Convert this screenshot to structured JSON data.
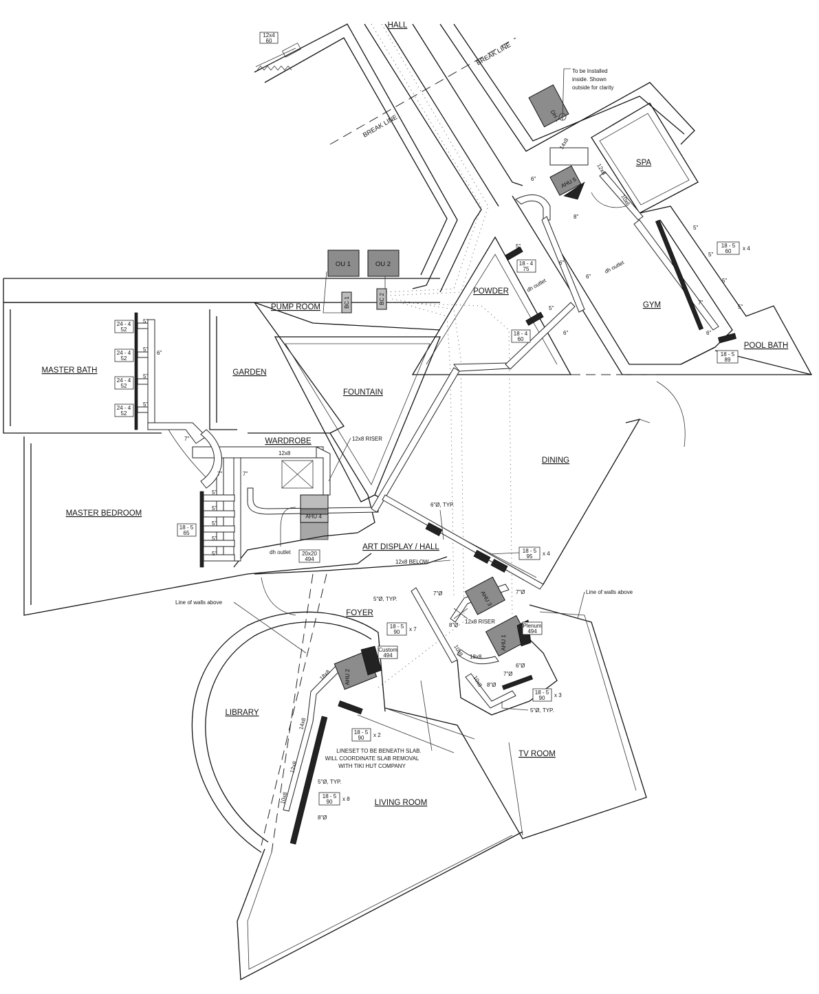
{
  "rooms": {
    "hall": "HALL",
    "spa": "SPA",
    "gym": "GYM",
    "pool_bath": "POOL BATH",
    "powder": "POWDER",
    "pump_room": "PUMP ROOM",
    "master_bath": "MASTER BATH",
    "garden": "GARDEN",
    "fountain": "FOUNTAIN",
    "wardrobe": "WARDROBE",
    "dining": "DINING",
    "master_bedroom": "MASTER BEDROOM",
    "art_display_hall": "ART DISPLAY / HALL",
    "foyer": "FOYER",
    "library": "LIBRARY",
    "tv_room": "TV ROOM",
    "living_room": "LIVING ROOM"
  },
  "equipment": {
    "ou1": "OU 1",
    "ou2": "OU 2",
    "bc1": "BC 1",
    "bc2": "BC 2",
    "dh1": "DH 1",
    "ahu1": "AHU 1",
    "ahu2": "AHU 2",
    "ahu3": "AHU 3",
    "ahu4": "AHU 4",
    "ahu5": "AHU 5"
  },
  "notes": {
    "break_line": "BREAK LINE",
    "dh_install_1": "To be Installed",
    "dh_install_2": "inside. Shown",
    "dh_install_3": "outside for clarity",
    "riser_wardrobe": "12x8 RISER",
    "riser_ahu3": "12x8 RISER",
    "below_12x8": "12x8 BELOW",
    "walls_above": "Line of walls above",
    "dh_outlet": "dh outlet",
    "typ_6": "6\"Ø, TYP.",
    "typ_5": "5\"Ø, TYP.",
    "lineset_1": "LINESET TO BE BENEATH SLAB.",
    "lineset_2": "WILL COORDINATE SLAB REMOVAL",
    "lineset_3": "WITH TIKI HUT COMPANY",
    "x2": "x 2",
    "x3": "x 3",
    "x4": "x 4",
    "x7": "x 7",
    "x8": "x 8"
  },
  "duct_sizes": {
    "d12x4": "12x4",
    "d60": "60",
    "d14x8": "14x8",
    "d12x8": "12x8",
    "d10x6": "10x6",
    "d18x8": "18x8",
    "d10x8": "10x8",
    "d20x20": "20x20",
    "d494": "494",
    "d6": "6\"",
    "d5": "5\"",
    "d7": "7\"",
    "d8": "8\"",
    "d7o": "7\"Ø",
    "d8o": "8\"Ø",
    "d6o": "6\"Ø"
  },
  "tags": {
    "t24_4": "24 - 4",
    "t52": "52",
    "t18_5": "18 - 5",
    "t65": "65",
    "t18_4": "18 - 4",
    "t75": "75",
    "t60": "60",
    "t89": "89",
    "t95": "95",
    "t90": "90",
    "plenum": "Plenum",
    "custom": "Custom"
  }
}
